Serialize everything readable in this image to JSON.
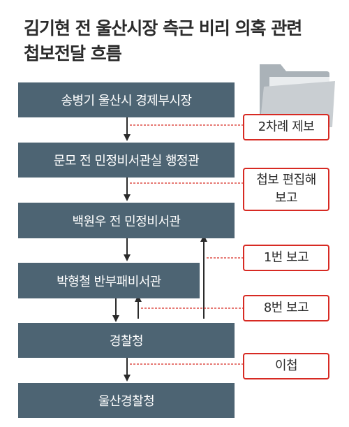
{
  "title": {
    "line1": "김기현 전 울산시장 측근 비리 의혹 관련",
    "line2": "첩보전달 흐름"
  },
  "icons": {
    "folder": "folder-icon"
  },
  "colors": {
    "box": "#4d6473",
    "accent": "#d72a23",
    "folder": "#c9ced2"
  },
  "boxes": [
    {
      "label": "송병기 울산시 경제부시장"
    },
    {
      "label": "문모 전 민정비서관실 행정관"
    },
    {
      "label": "백원우 전 민정비서관"
    },
    {
      "label": "박형철 반부패비서관"
    },
    {
      "label": "경찰청"
    },
    {
      "label": "울산경찰청"
    }
  ],
  "notes": [
    {
      "line1": "2차례 제보"
    },
    {
      "line1": "첩보 편집해",
      "line2": "보고"
    },
    {
      "line1": "1번 보고"
    },
    {
      "line1": "8번 보고"
    },
    {
      "line1": "이첩"
    }
  ]
}
